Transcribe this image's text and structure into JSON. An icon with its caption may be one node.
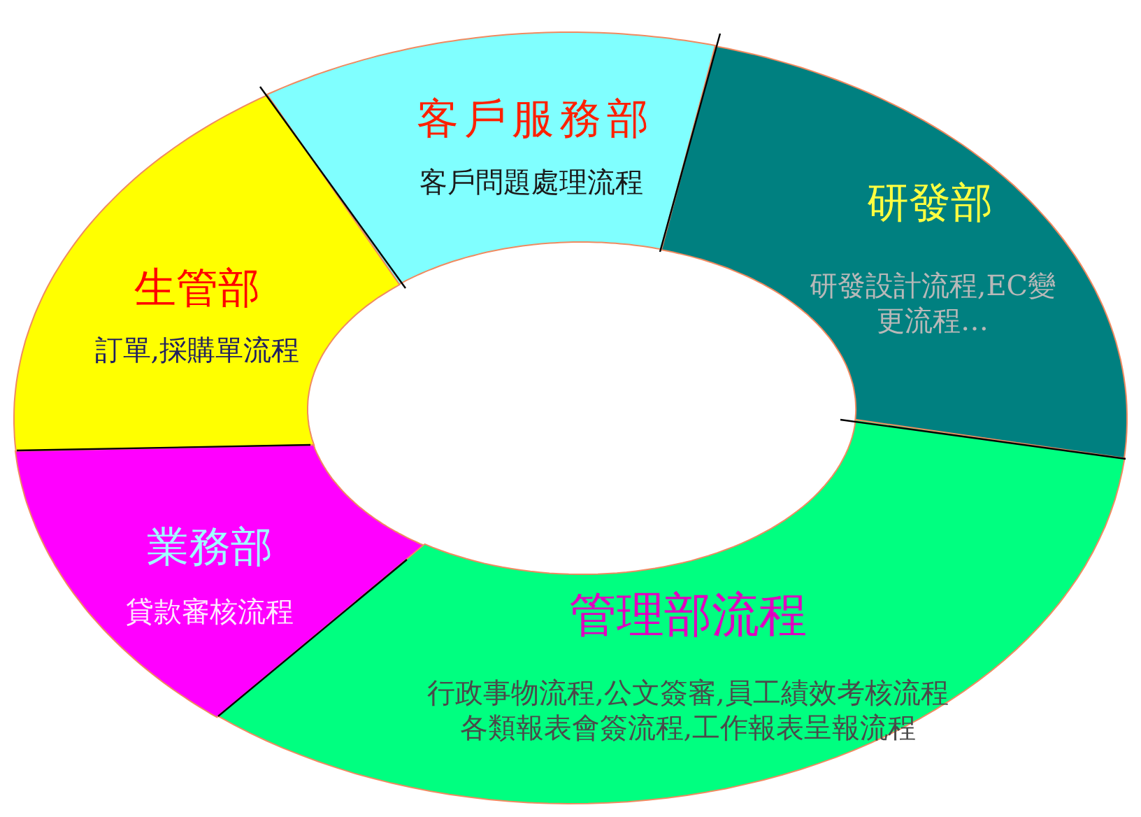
{
  "diagram": {
    "nodes": [
      {
        "text": [
          "客戶服務部",
          "客戶問題處理流程"
        ]
      },
      {
        "text": [
          "研發部",
          "研發設計流程,EC變更流程…"
        ]
      },
      {
        "text": [
          "生管部",
          "訂單,採購單流程"
        ]
      },
      {
        "text": [
          "業務部",
          "貸款審核流程"
        ]
      },
      {
        "text": [
          "管理部流程",
          "行政事物流程,公文簽審,員工績效考核流程各類報表會簽流程,工作報表呈報流程"
        ]
      }
    ],
    "edges": []
  }
}
